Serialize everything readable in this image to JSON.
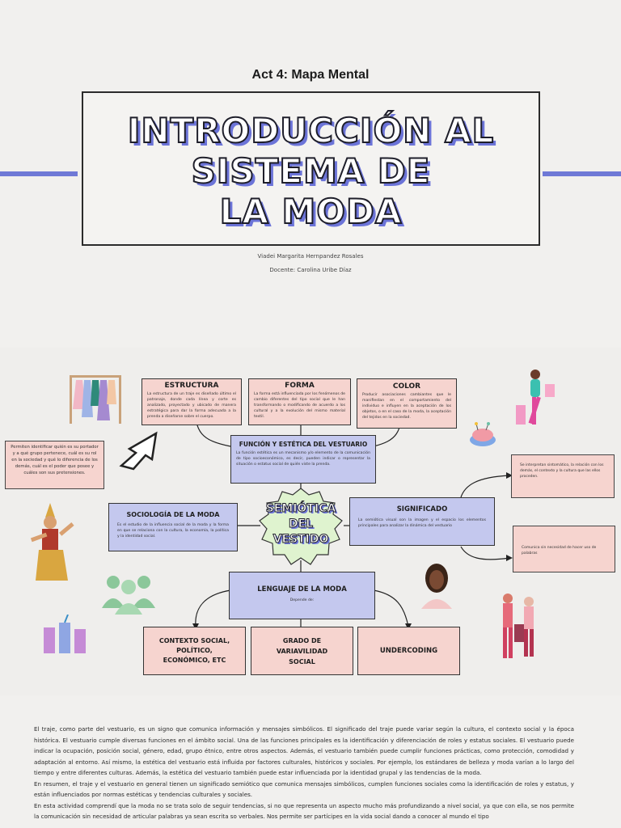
{
  "header": {
    "activity": "Act 4: Mapa Mental",
    "title_lines": [
      "INTRODUCCIÓN AL",
      "SISTEMA DE",
      "LA MODA"
    ],
    "author": "Viadei Margarita Hernpandez Rosales",
    "teacher": "Docente: Carolina Uribe Díaz"
  },
  "colors": {
    "accent": "#6f79d6",
    "lavender": "#c4c8ee",
    "pink": "#f6d4cf",
    "center": "#dff3cf"
  },
  "map": {
    "center": "SEMIÓTICA DEL VESTIDO",
    "estructura": {
      "title": "ESTRUCTURA",
      "text": "La estructura de un traje es diseñado último el patronaje, donde cada línea y corte es analizado, proyectado y ubicado de manera estratégica para dar la forma adecuada a la prenda a diseñarse sobre el cuerpo."
    },
    "forma": {
      "title": "FORMA",
      "text": "La forma está influenciada por los fenómenos de cambio diferentes del tipo social que le han transformando o modificando de acuerdo a los cultural y a la evolución del mismo material textil."
    },
    "color": {
      "title": "COLOR",
      "text": "Producir asociaciones cambiantes que le manifiestan en el comportamiento del individuo e influyen en la aceptación de los objetos, o en el caso de la moda, la aceptación del tejidos en la sociedad."
    },
    "funcion": {
      "title": "FUNCIÓN Y ESTÉTICA DEL VESTUARIO",
      "text": "La función estética es un mecanismo y/o elemento de la comunicación de tipo socioeconómico, es decir, pueden indicar o representar la situación o estatus social de quién viste la prenda."
    },
    "sociologia": {
      "title": "SOCIOLOGÍA DE LA MODA",
      "text": "Es el estudio de la influencia social de la moda y la forma en que se relaciona con la cultura, la economía, la política y la identidad social."
    },
    "significado": {
      "title": "SIGNIFICADO",
      "text": "La semiótica visual son la imagen y el espacio los elementos principales para analizar la dinámica del vestuario"
    },
    "lenguaje": {
      "title": "LENGUAJE DE LA MODA",
      "text": "Depende de:"
    },
    "contexto": "CONTEXTO SOCIAL, POLÍTICO, ECONÓMICO, ETC",
    "grado": "GRADO DE VARIAVILIDAD SOCIAL",
    "undercoding": "UNDERCODING",
    "note_left": "Permiten identificar quién es su portador y a qué grupo pertenece, cuál es su rol en la sociedad y qué lo diferencia de los demás, cuál es el poder que posee y cuáles son sus pretensiones.",
    "note_right_top": "Se interpretan sintomático, la relación con los demás, el contexto y la cultura que las ellos proceden.",
    "note_right_bottom": "Comunica sin necesidad de hacer uso de palabras"
  },
  "body_text": [
    "El traje, como parte del vestuario, es un signo que comunica información y mensajes simbólicos. El significado del traje puede variar según la cultura, el contexto social y la época histórica. El vestuario cumple diversas funciones en el ámbito social. Una de las funciones principales es la identificación y diferenciación de roles y estatus sociales. El vestuario puede indicar la ocupación, posición social, género, edad, grupo étnico, entre otros aspectos. Además, el vestuario también puede cumplir funciones prácticas, como protección, comodidad y adaptación al entorno. Así mismo, la estética del vestuario está influida por factores culturales, históricos y sociales. Por ejemplo, los estándares de belleza y moda varían a lo largo del tiempo y entre diferentes culturas. Además, la estética del vestuario también puede estar influenciada por la identidad grupal y las tendencias de la moda.",
    "En resumen, el traje y el vestuario en general tienen un significado semiótico que comunica mensajes simbólicos, cumplen funciones sociales como la identificación de roles y estatus, y están influenciados por normas estéticas y tendencias culturales y sociales.",
    "En esta actividad comprendí que la moda no se trata solo de seguir tendencias, si no que representa un aspecto mucho más profundizando a nivel social, ya que con ella, se nos permite la comunicación sin necesidad de articular palabras ya sean escrita so verbales. Nos permite ser partícipes en la vida social dando a conocer al mundo el tipo"
  ]
}
